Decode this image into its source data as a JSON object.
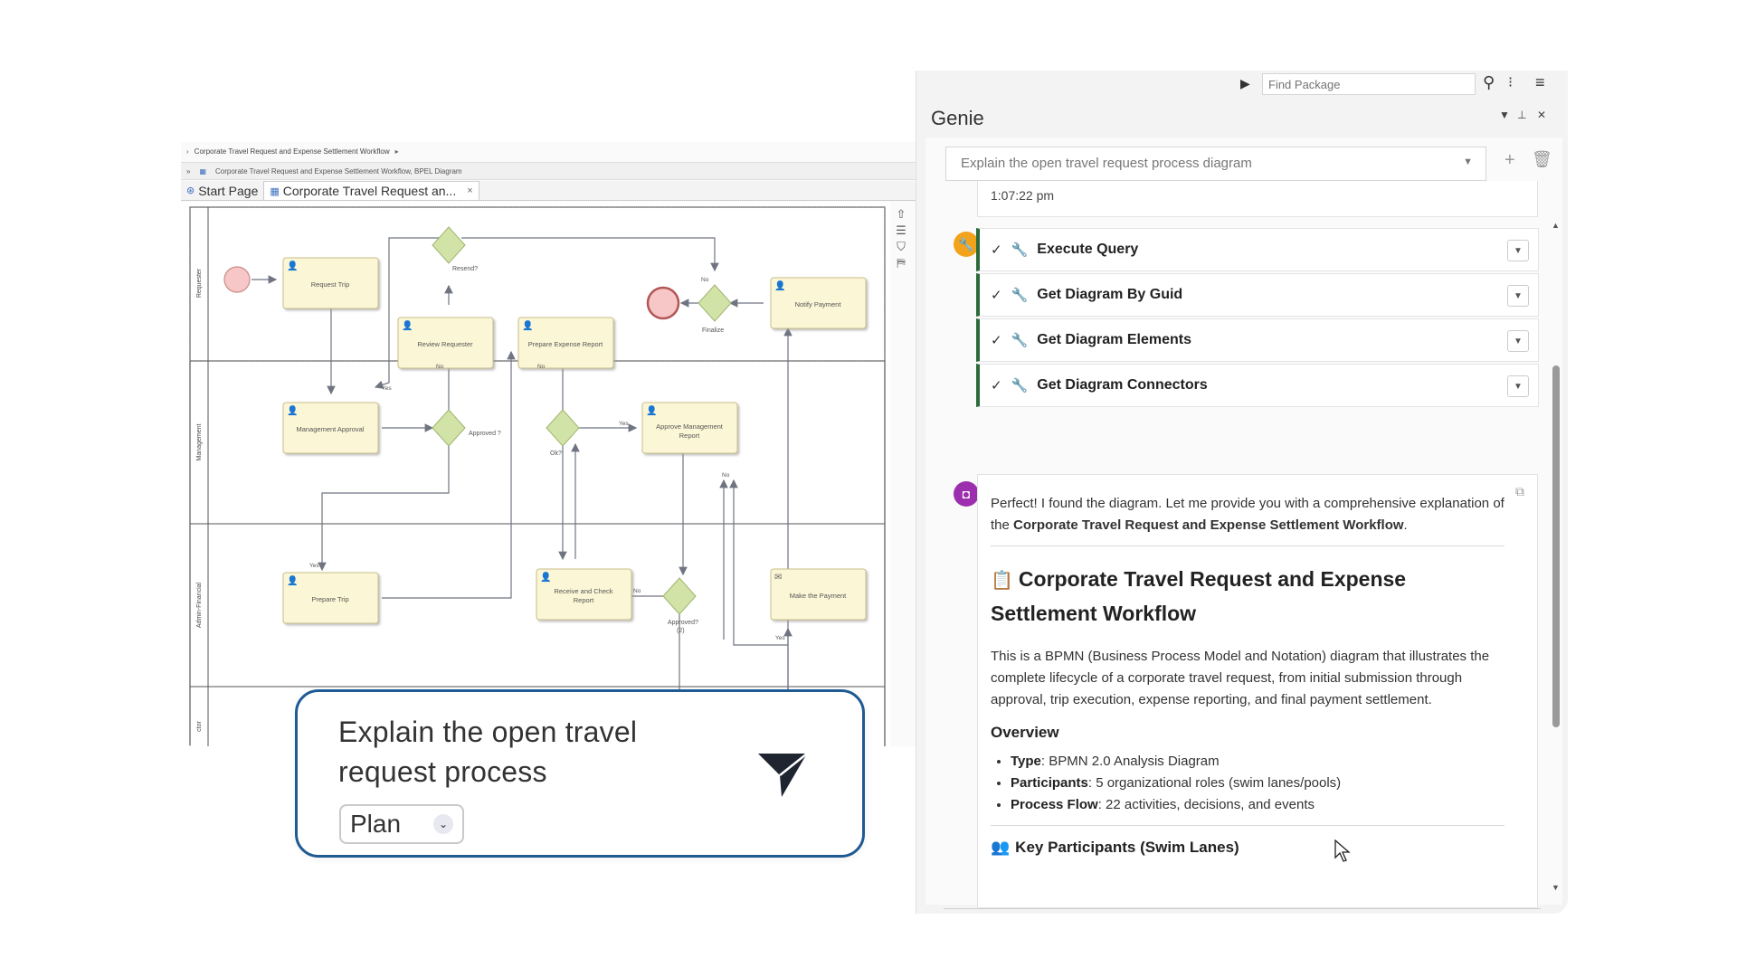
{
  "editor": {
    "breadcrumb": "Corporate Travel Request and Expense Settlement Workflow",
    "path": "Corporate Travel Request and Expense Settlement Workflow,  BPEL Diagram",
    "tabs": [
      {
        "label": "Start Page"
      },
      {
        "label": "Corporate Travel Request an..."
      }
    ],
    "tab_close": "×",
    "lanes": [
      "Requester",
      "Management",
      "Admin-Financial",
      "ctor"
    ],
    "tasks": {
      "request_trip": "Request Trip",
      "review_requester": "Review Requester",
      "prepare_expense_report": "Prepare Expense Report",
      "notify_payment": "Notify Payment",
      "management_approval": "Management Approval",
      "approve_management_report_1": "Approve Management",
      "approve_management_report_2": "Report",
      "prepare_trip": "Prepare Trip",
      "receive_check_report_1": "Receive and Check",
      "receive_check_report_2": "Report",
      "make_payment": "Make the Payment"
    },
    "gateway_labels": {
      "resend": "Resend?",
      "finalize": "Finalize",
      "approved": "Approved ?",
      "ok": "Ok?",
      "approved2_1": "Approved?",
      "approved2_2": "(2)"
    },
    "flow_labels": {
      "no1": "No",
      "no2": "No",
      "no3": "No",
      "yes1": "Yes",
      "yes2": "Yes",
      "no4": "No",
      "yes3": "Yes",
      "no5": "No",
      "yes4": "Yes"
    }
  },
  "prompt": {
    "text": "Explain the open travel request process",
    "mode": "Plan",
    "mode_chevron": "⌄"
  },
  "genie": {
    "title": "Genie",
    "find_placeholder": "Find Package",
    "query": "Explain the open travel request process diagram",
    "timestamp": "1:07:22 pm",
    "tools": [
      {
        "name": "Execute Query"
      },
      {
        "name": "Get Diagram By Guid"
      },
      {
        "name": "Get Diagram Elements"
      },
      {
        "name": "Get Diagram Connectors"
      }
    ],
    "reply": {
      "intro_1": "Perfect! I found the diagram. Let me provide you with a comprehensive explanation of the ",
      "intro_bold": "Corporate Travel Request and Expense Settlement Workflow",
      "intro_end": ".",
      "heading": "Corporate Travel Request and Expense Settlement Workflow",
      "description": "This is a BPMN (Business Process Model and Notation) diagram that illustrates the complete lifecycle of a corporate travel request, from initial submission through approval, trip execution, expense reporting, and final payment settlement.",
      "overview_title": "Overview",
      "overview": [
        {
          "label": "Type",
          "value": ": BPMN 2.0 Analysis Diagram"
        },
        {
          "label": "Participants",
          "value": ": 5 organizational roles (swim lanes/pools)"
        },
        {
          "label": "Process Flow",
          "value": ": 22 activities, decisions, and events"
        }
      ],
      "participants_title": "Key Participants (Swim Lanes)"
    }
  },
  "colors": {
    "task_fill": "#fbf6d6",
    "task_border": "#c9bd88",
    "gateway_fill": "#d2e3a8",
    "event_fill": "#f7c6c6",
    "card_border": "#1f5a93",
    "tool_accent": "#2d6a3a",
    "tool_avatar": "#f2a21b",
    "bot_avatar": "#9b2fae"
  }
}
